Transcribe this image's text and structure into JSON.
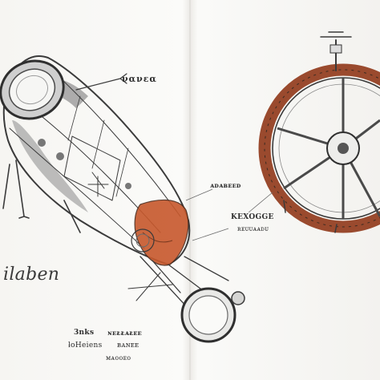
{
  "palette": {
    "paper": "#f6f5f2",
    "ink": "#3b3b3b",
    "rust": "#c7582c",
    "wheel_rim": "#9a4a2e"
  },
  "labels": {
    "top_right_craft": "νανεα",
    "wheel_note": "ᴀᴅᴀʙᴇᴇᴅ",
    "mid_note": "KEXOGGE",
    "mid_note_sub": "ʀᴇᴜᴜᴀᴀᴅᴜ",
    "script": "ilaben",
    "bottom_a1": "3nks",
    "bottom_a2": "ƚoHeiens",
    "bottom_b1": "ɴᴇᴌᴌᴀᴌᴇᴇ",
    "bottom_b2": "ʙᴀɴᴇᴇ",
    "bottom_b3": "ᴍᴀᴏᴏᴇᴏ"
  }
}
